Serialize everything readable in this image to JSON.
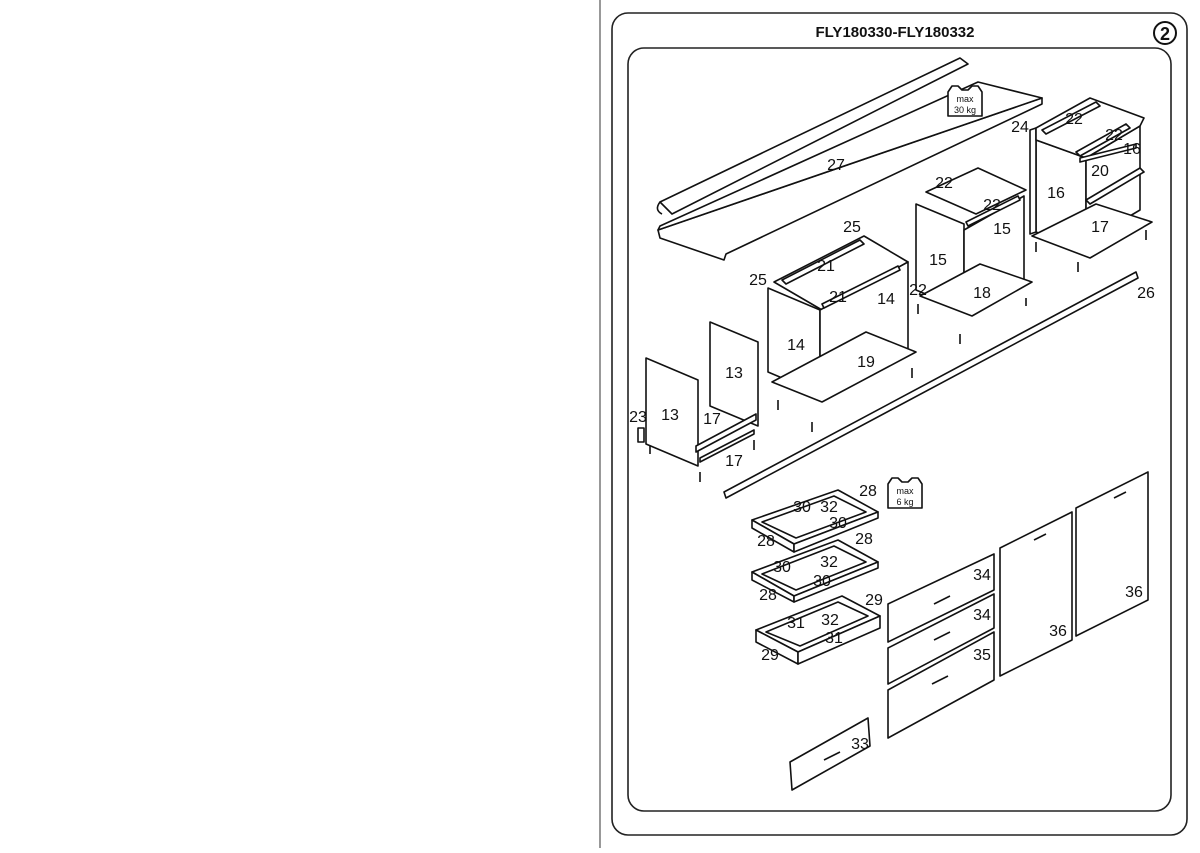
{
  "page": {
    "model_title": "FLY180330-FLY180332",
    "step_number": "2"
  },
  "weight_limits": [
    {
      "max_label": "max",
      "weight": "30 kg"
    },
    {
      "max_label": "max",
      "weight": "6 kg"
    }
  ],
  "parts": [
    "27",
    "22",
    "24",
    "22",
    "16",
    "20",
    "16",
    "17",
    "22",
    "22",
    "15",
    "15",
    "18",
    "25",
    "21",
    "25",
    "21",
    "14",
    "14",
    "19",
    "13",
    "13",
    "23",
    "17",
    "17",
    "26",
    "22",
    "28",
    "30",
    "32",
    "30",
    "28",
    "28",
    "30",
    "32",
    "30",
    "28",
    "29",
    "31",
    "32",
    "31",
    "29",
    "34",
    "34",
    "35",
    "36",
    "36",
    "33"
  ],
  "colors": {
    "line": "#111111",
    "frame": "#555555",
    "background": "#ffffff"
  }
}
